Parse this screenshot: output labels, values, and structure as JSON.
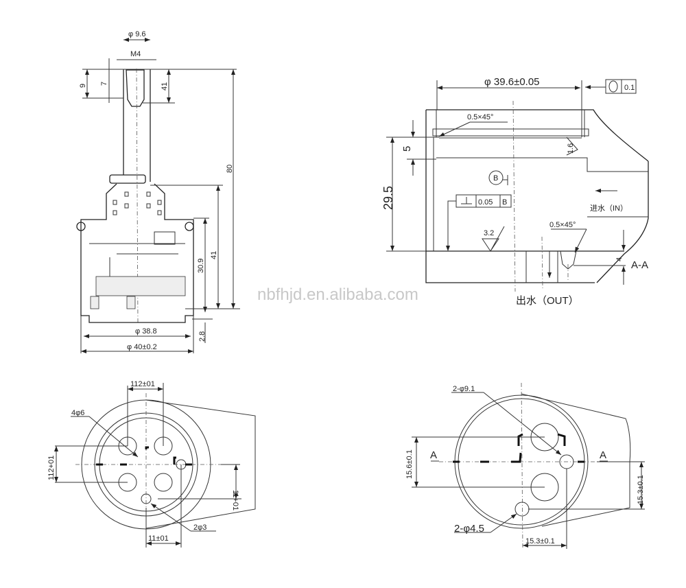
{
  "watermark": "nbfhjd.en.alibaba.com",
  "side_view": {
    "stem_diameter": "φ 9.6",
    "thread": "M4",
    "dim_9": "9",
    "dim_7": "7",
    "dim_41_top": "41",
    "dim_80": "80",
    "dim_30_9": "30.9",
    "dim_41": "41",
    "dim_2_8": "2.8",
    "dia_38_8": "φ 38.8",
    "dia_40": "φ 40±0.2"
  },
  "section_view": {
    "dia_39_6": "φ 39.6±0.05",
    "roundness_value": "0.1",
    "chamfer_top": "0.5×45°",
    "dim_5": "5",
    "dim_29_5": "29.5",
    "roughness_1_6": "1.6",
    "datum_b": "B",
    "perp_value": "0.05",
    "perp_datum": "B",
    "inlet_label": "进水（IN）",
    "chamfer_bottom": "0.5×45°",
    "roughness_3_2": "3.2",
    "dim_4": "4",
    "section_label": "A-A",
    "outlet_label": "出水（OUT）"
  },
  "bottom_left_view": {
    "dim_top": "112±01",
    "holes_large": "4φ6",
    "dim_left": "112+01",
    "dim_right": "11+01",
    "holes_small": "2φ3",
    "dim_bottom": "11±01"
  },
  "bottom_right_view": {
    "holes_large": "2-φ9.1",
    "section_a_left": "A",
    "section_a_right": "A",
    "dim_left": "15.6±0.1",
    "dim_right": "15.3±0.1",
    "holes_small": "2-φ4.5",
    "dim_bottom": "15.3±0.1"
  }
}
